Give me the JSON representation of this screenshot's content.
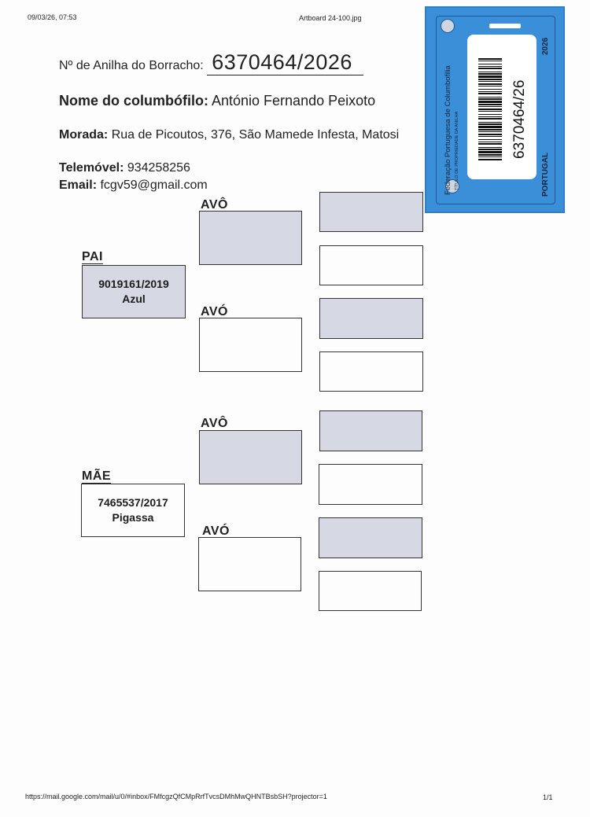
{
  "header": {
    "datetime": "09/03/26, 07:53",
    "file_title": "Artboard 24-100.jpg"
  },
  "form": {
    "ring_label": "Nº  de Anilha do Borracho:",
    "ring_number": "6370464/2026",
    "name_label": "Nome do columbófilo:",
    "name_value": "António Fernando Peixoto",
    "address_label": "Morada:",
    "address_value": "Rua de Picoutos, 376, São Mamede Infesta, Matosi",
    "phone_label": "Telemóvel:",
    "phone_value": "934258256",
    "email_label": "Email:",
    "email_value": "fcgv59@gmail.com"
  },
  "ring_card": {
    "federation": "Federação Portuguesa de Columbofilia",
    "subtitle": "TÍTULO DE PROPRIEDADE DA ANILHA",
    "barcode_number": "6370464/26",
    "year": "2026",
    "country": "PORTUGAL",
    "color_bg": "#3a8fd8"
  },
  "pedigree": {
    "father_label": "PAI",
    "father_ring": "9019161/2019",
    "father_color": "Azul",
    "mother_label": "MÃE",
    "mother_ring": "7465537/2017",
    "mother_color": "Pigassa",
    "grandfather_label": "AVÔ",
    "grandmother_label": "AVÓ",
    "shaded_color": "#d6d8e3"
  },
  "footer": {
    "url": "https://mail.google.com/mail/u/0/#inbox/FMfcgzQfCMpRrfTvcsDMhMwQHNTBsbSH?projector=1",
    "page": "1/1"
  }
}
